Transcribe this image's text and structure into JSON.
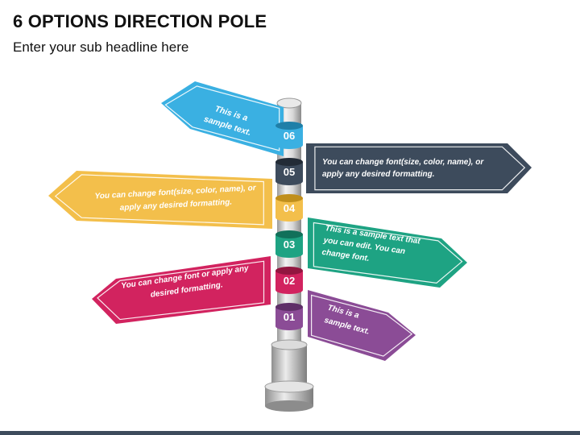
{
  "header": {
    "title": "6 OPTIONS DIRECTION POLE",
    "subtitle": "Enter your sub headline here"
  },
  "colors": {
    "pole": "#d4d4d4",
    "bottom_bar": "#3d4b5c"
  },
  "signs": [
    {
      "num": "06",
      "lines": [
        "This is a",
        "sample text."
      ],
      "color": "#3ab0e2",
      "dark": "#1f7fa8",
      "direction": "left"
    },
    {
      "num": "05",
      "lines": [
        "You can change font(size, color, name), or",
        "apply any desired formatting."
      ],
      "color": "#3d4b5c",
      "dark": "#222b36",
      "direction": "right"
    },
    {
      "num": "04",
      "lines": [
        "You can change font(size, color, name), or",
        "apply any desired formatting."
      ],
      "color": "#f3bf4b",
      "dark": "#c08f1c",
      "direction": "left"
    },
    {
      "num": "03",
      "lines": [
        "This is a sample text that",
        "you can edit. You can",
        "change font."
      ],
      "color": "#1ea383",
      "dark": "#11705a",
      "direction": "right"
    },
    {
      "num": "02",
      "lines": [
        "You can change font or apply any",
        "desired formatting."
      ],
      "color": "#d2235f",
      "dark": "#921640",
      "direction": "left"
    },
    {
      "num": "01",
      "lines": [
        "This is a",
        "sample text."
      ],
      "color": "#8b4c96",
      "dark": "#5e2f67",
      "direction": "right"
    }
  ]
}
